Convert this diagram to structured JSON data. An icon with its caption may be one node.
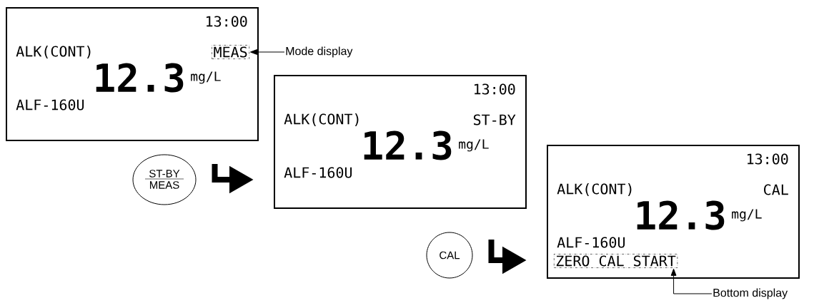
{
  "diagram": {
    "nodes": [
      {
        "text": [
          "13:00",
          "ALK(CONT)",
          "12.3",
          "mg/L",
          "ALF-160U"
        ]
      },
      {
        "text": [
          "MEAS"
        ],
        "in": 0
      },
      {
        "text": [
          "Mode display"
        ]
      },
      {
        "text": [
          "13:00",
          "ALK(CONT)",
          "ST-BY",
          "12.3",
          "mg/L",
          "ALF-160U"
        ]
      },
      {
        "text": [
          "13:00",
          "ALK(CONT)",
          "CAL",
          "12.3",
          "mg/L",
          "ALF-160U"
        ]
      },
      {
        "text": [
          "ZERO CAL START"
        ],
        "in": 4
      },
      {
        "text": [
          "Bottom display"
        ]
      },
      {
        "text": [
          "ST-BY",
          "MEAS"
        ]
      },
      {
        "text": [
          "CAL"
        ]
      }
    ],
    "edges": [
      {
        "from": 2,
        "to": 1,
        "arrow": "to"
      },
      {
        "from": 7,
        "to": 3,
        "arrow": "to",
        "style": "thick"
      },
      {
        "from": 8,
        "to": 4,
        "arrow": "to",
        "style": "thick"
      },
      {
        "from": 6,
        "to": 5,
        "arrow": "to"
      }
    ]
  }
}
